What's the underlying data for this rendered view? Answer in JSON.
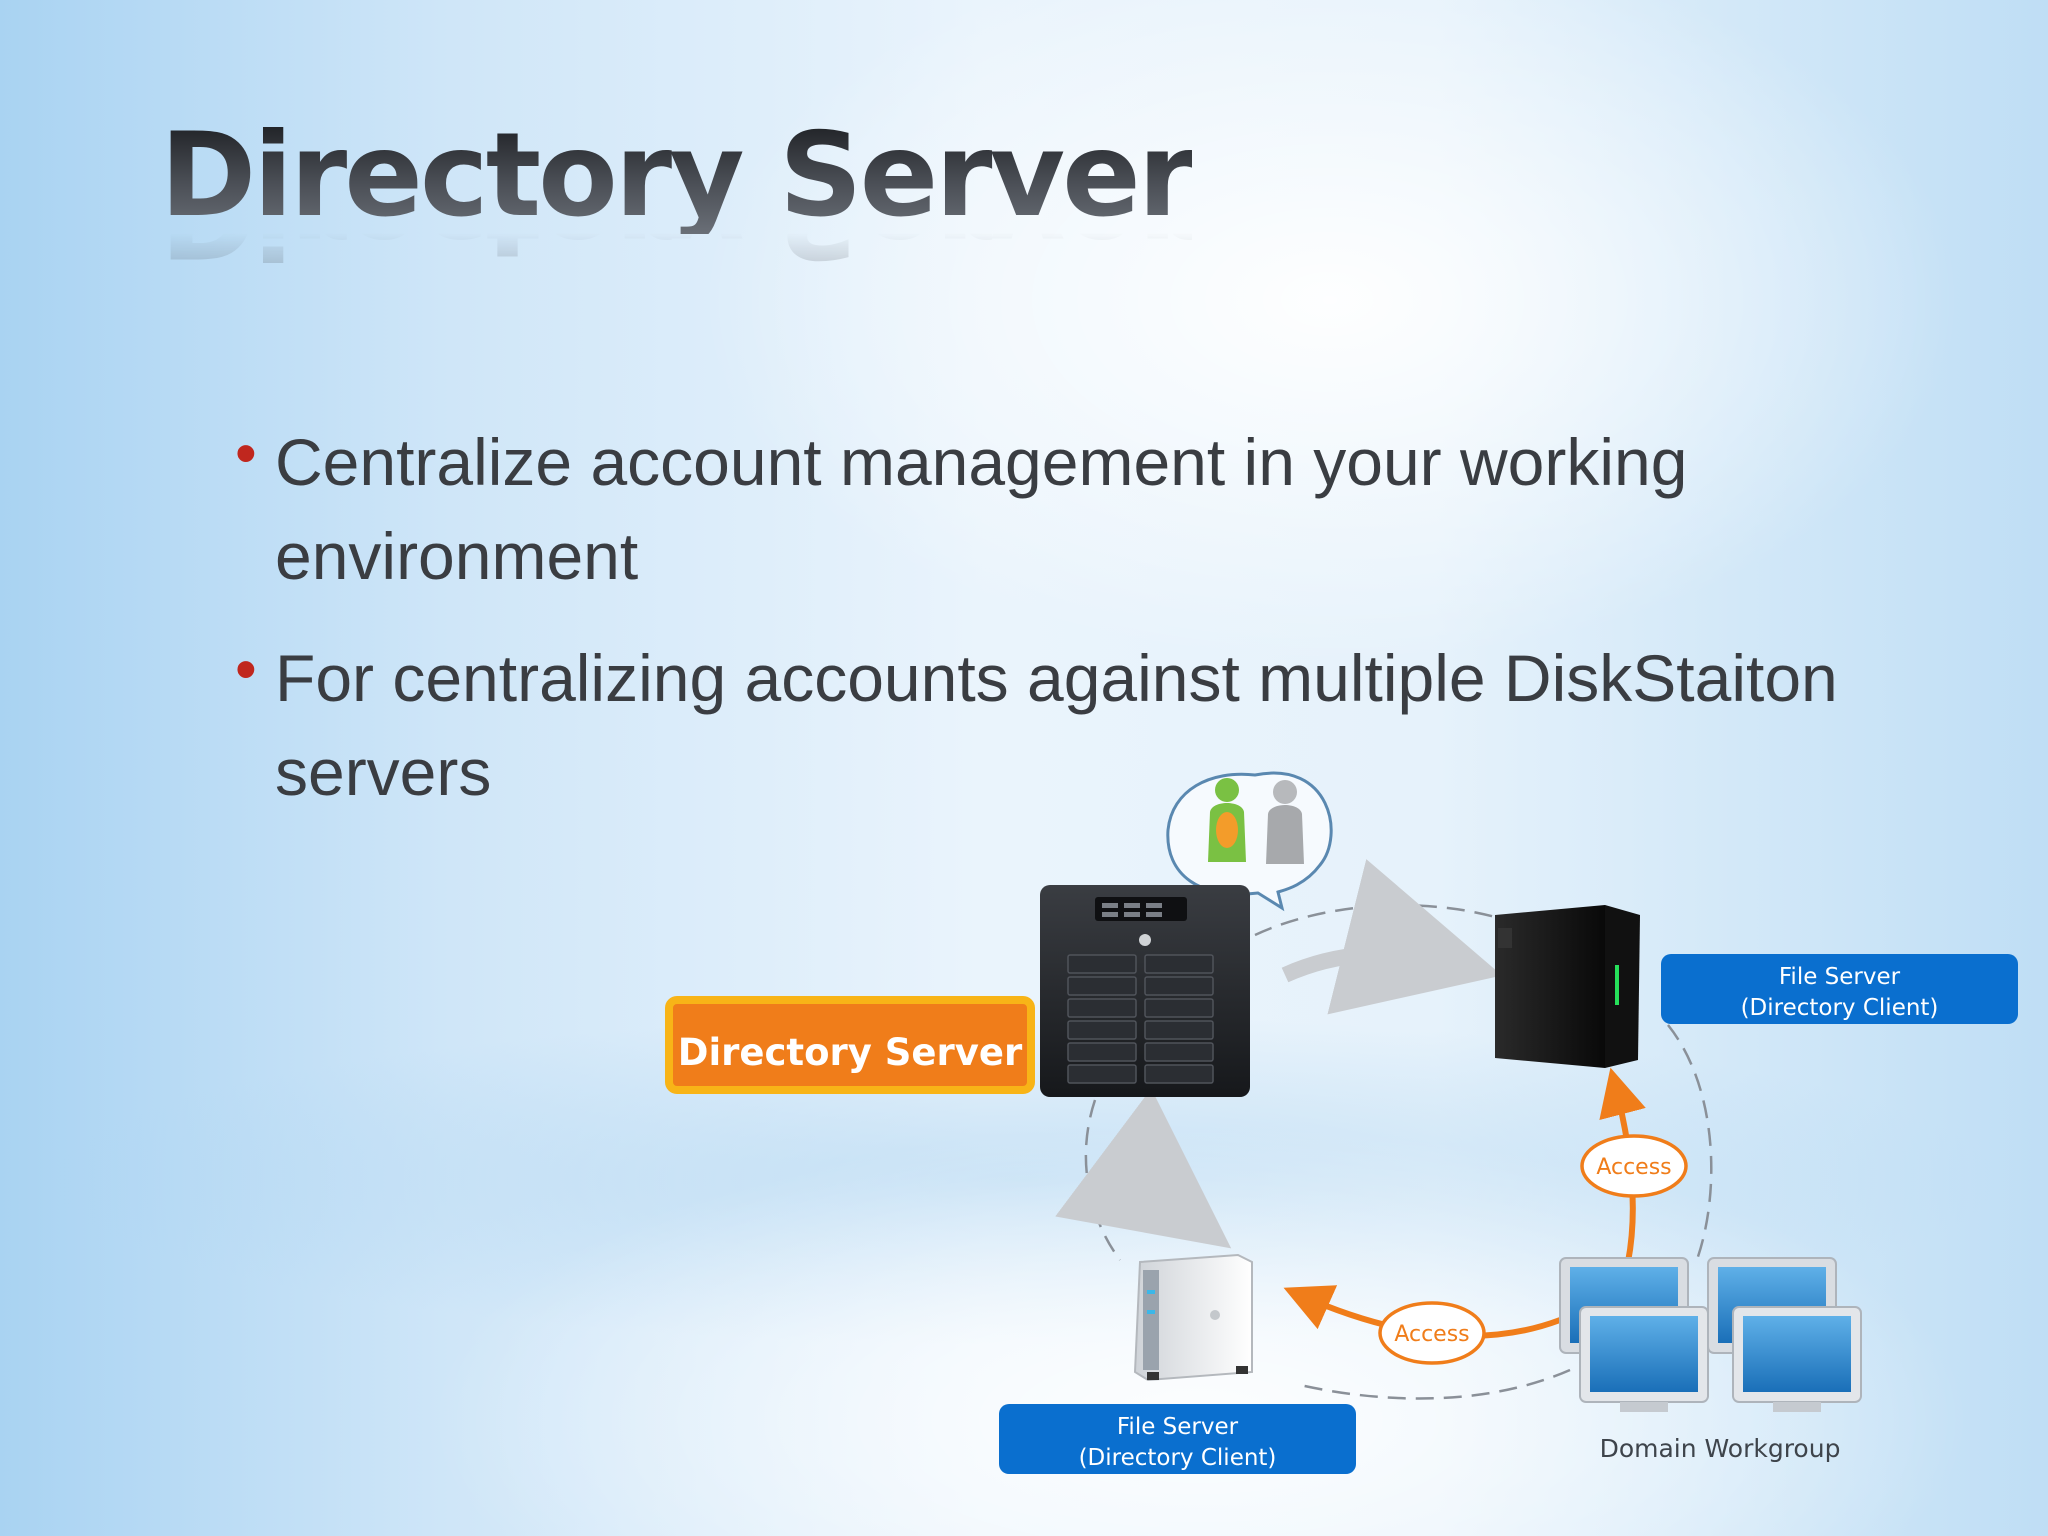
{
  "slide": {
    "title": "Directory Server",
    "bullets": [
      {
        "text": "Centralize account management in your working environment"
      },
      {
        "text": "For centralizing accounts against multiple DiskStaiton servers"
      }
    ]
  },
  "diagram": {
    "directory_server_label": "Directory Server",
    "file_server_top": {
      "line1": "File Server",
      "line2": "(Directory Client)"
    },
    "file_server_bottom": {
      "line1": "File Server",
      "line2": "(Directory Client)"
    },
    "access_labels": [
      "Access",
      "Access"
    ],
    "domain_workgroup_label": "Domain Workgroup",
    "icons": [
      "nas-tower-icon",
      "tower-server-icon",
      "small-nas-icon",
      "users-bubble-icon",
      "monitors-icon"
    ]
  },
  "colors": {
    "bullet_dot": "#c0271e",
    "directory_box_fill": "#f07d1a",
    "directory_box_border": "#f8b417",
    "client_box_fill": "#0a6fcf",
    "access_arrow": "#f07d1a"
  }
}
